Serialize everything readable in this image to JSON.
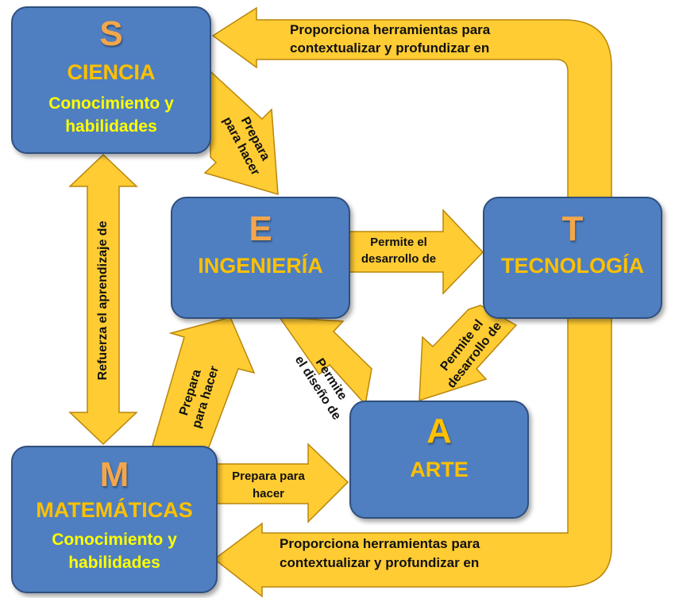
{
  "boxes": {
    "ciencia": {
      "letter": "S",
      "title": "CIENCIA",
      "sub1": "Conocimiento  y",
      "sub2": "habilidades"
    },
    "ingenieria": {
      "letter": "E",
      "title": "INGENIERÍA"
    },
    "tecnologia": {
      "letter": "T",
      "title": "TECNOLOGÍA"
    },
    "arte": {
      "letter": "A",
      "title": "ARTE"
    },
    "matematicas": {
      "letter": "M",
      "title": "MATEMÁTICAS",
      "sub1": "Conocimiento  y",
      "sub2": "habilidades"
    }
  },
  "arrows": {
    "top_line1": "Proporciona herramientas para",
    "top_line2": "contextualizar y profundizar en",
    "bottom_line1": "Proporciona herramientas para",
    "bottom_line2": "contextualizar y profundizar en",
    "ciencia_ing_1": "Prepara",
    "ciencia_ing_2": "para hacer",
    "ing_tec_1": "Permite el",
    "ing_tec_2": "desarrollo de",
    "refuerza": "Refuerza el aprendizaje de",
    "mat_ing_1": "Prepara",
    "mat_ing_2": "para hacer",
    "arte_ing_1": "Permite",
    "arte_ing_2": "el diseño de",
    "tec_arte_1": "Permite el",
    "tec_arte_2": "desarrollo de",
    "mat_arte_1": "Prepara para",
    "mat_arte_2": "hacer"
  },
  "colors": {
    "box": "#4f7fc0",
    "arrow": "#ffcc33",
    "letter": "#f4a64a",
    "title": "#ffc000",
    "sub": "#ffff00"
  }
}
